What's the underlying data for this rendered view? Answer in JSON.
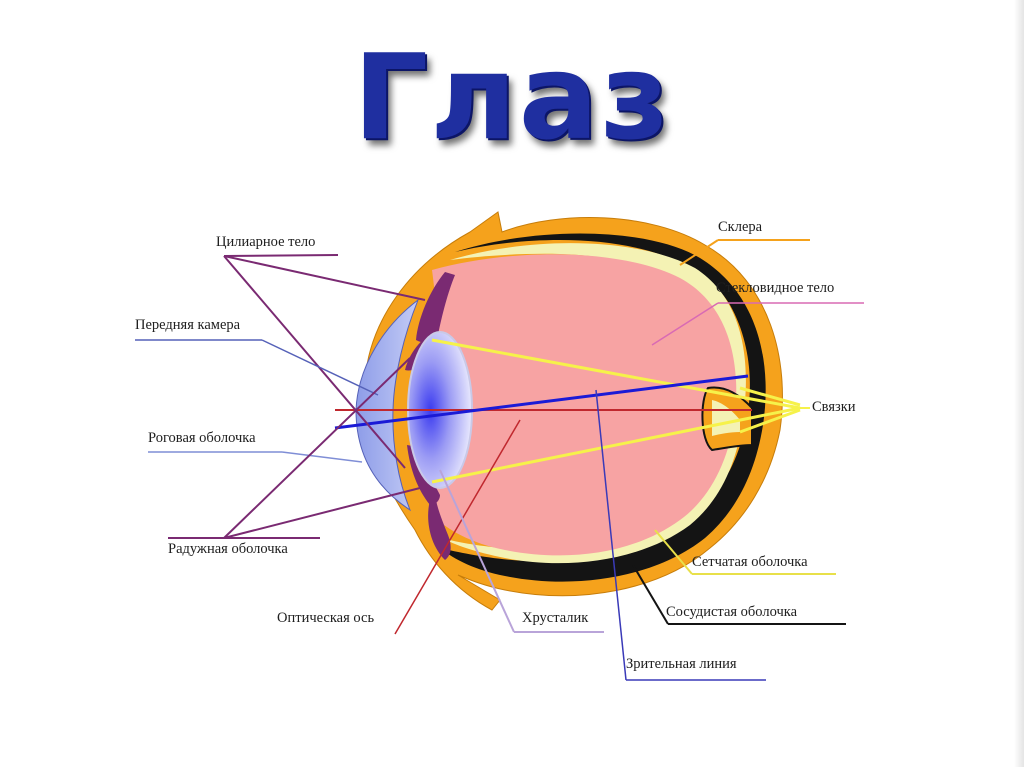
{
  "title": "Глаз",
  "labels": {
    "ciliary_body": "Цилиарное тело",
    "anterior_chamber": "Передняя камера",
    "cornea": "Роговая оболочка",
    "iris": "Радужная оболочка",
    "optical_axis": "Оптическая ось",
    "lens": "Хрусталик",
    "visual_line": "Зрительная линия",
    "vascular_membrane": "Сосудистая оболочка",
    "retina": "Сетчатая оболочка",
    "ligaments": "Связки",
    "vitreous_body": "Стекловидное тело",
    "sclera": "Склера"
  },
  "colors": {
    "title": "#1f2fa0",
    "sclera": "#f5a21c",
    "vitreous": "#f7a3a3",
    "vascular": "#141414",
    "retina": "#f4f2b4",
    "cornea": "#9aa8ec",
    "lens": "#5d5fe8",
    "iris": "#7a2a72",
    "visual_line": "#1a1ad6",
    "optical_axis": "#c0282e",
    "ligament_lines": "#f6f24a"
  }
}
